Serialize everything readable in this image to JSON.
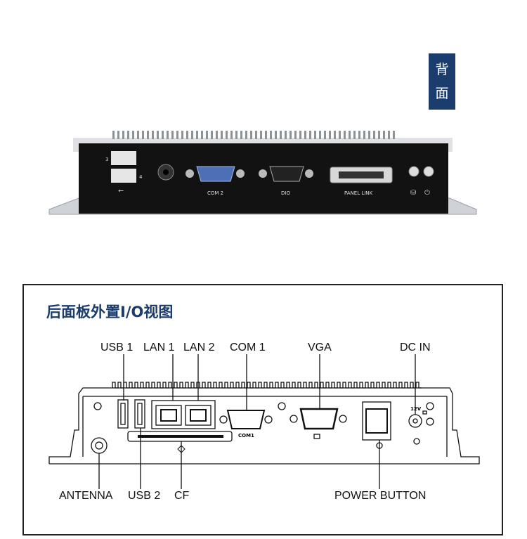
{
  "badge": {
    "line1": "背",
    "line2": "面"
  },
  "photo": {
    "port_labels": {
      "com2": "COM 2",
      "dio": "DIO",
      "panel_link": "PANEL LINK",
      "usb_3": "3",
      "usb_4": "4"
    }
  },
  "diagram": {
    "title": "后面板外置I/O视图",
    "labels": {
      "usb1": "USB 1",
      "lan1": "LAN 1",
      "lan2": "LAN 2",
      "com1": "COM 1",
      "vga": "VGA",
      "dc_in": "DC IN",
      "antenna": "ANTENNA",
      "usb2": "USB 2",
      "cf": "CF",
      "power_button": "POWER BUTTON"
    },
    "panel_marks": {
      "com1": "COM1",
      "v12": "12V"
    }
  }
}
